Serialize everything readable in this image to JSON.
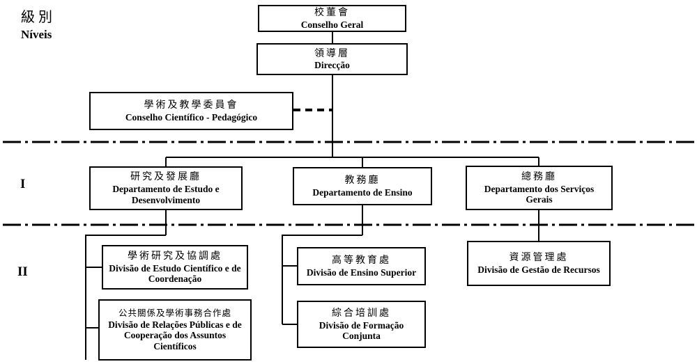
{
  "legend": {
    "zh": "級別",
    "pt": "Níveis",
    "level1": "I",
    "level2": "II"
  },
  "nodes": {
    "conselho_geral": {
      "zh": "校董會",
      "pt": "Conselho Geral"
    },
    "direccao": {
      "zh": "領導層",
      "pt": "Direcção"
    },
    "conselho_cientifico_pedagogico": {
      "zh": "學術及教學委員會",
      "pt": "Conselho Científico - Pedagógico"
    },
    "dept_estudo_desenvolvimento": {
      "zh": "研究及發展廳",
      "pt": "Departamento de Estudo e Desenvolvimento"
    },
    "dept_ensino": {
      "zh": "教務廳",
      "pt": "Departamento de Ensino"
    },
    "dept_servicos_gerais": {
      "zh": "總務廳",
      "pt": "Departamento dos Serviços Gerais"
    },
    "div_estudo_cientifico": {
      "zh": "學術研究及協調處",
      "pt": "Divisão de Estudo Científico e de Coordenação"
    },
    "div_relacoes_publicas": {
      "zh": "公共關係及學術事務合作處",
      "pt": "Divisão de Relações Públicas e de Cooperação dos Assuntos Científicos"
    },
    "div_ensino_superior": {
      "zh": "高等教育處",
      "pt": "Divisão de Ensino Superior"
    },
    "div_formacao_conjunta": {
      "zh": "綜合培訓處",
      "pt": "Divisão de Formação Conjunta"
    },
    "div_gestao_recursos": {
      "zh": "資源管理處",
      "pt": "Divisão de Gestão de Recursos"
    }
  },
  "colors": {
    "line": "#000000",
    "background": "#ffffff"
  }
}
